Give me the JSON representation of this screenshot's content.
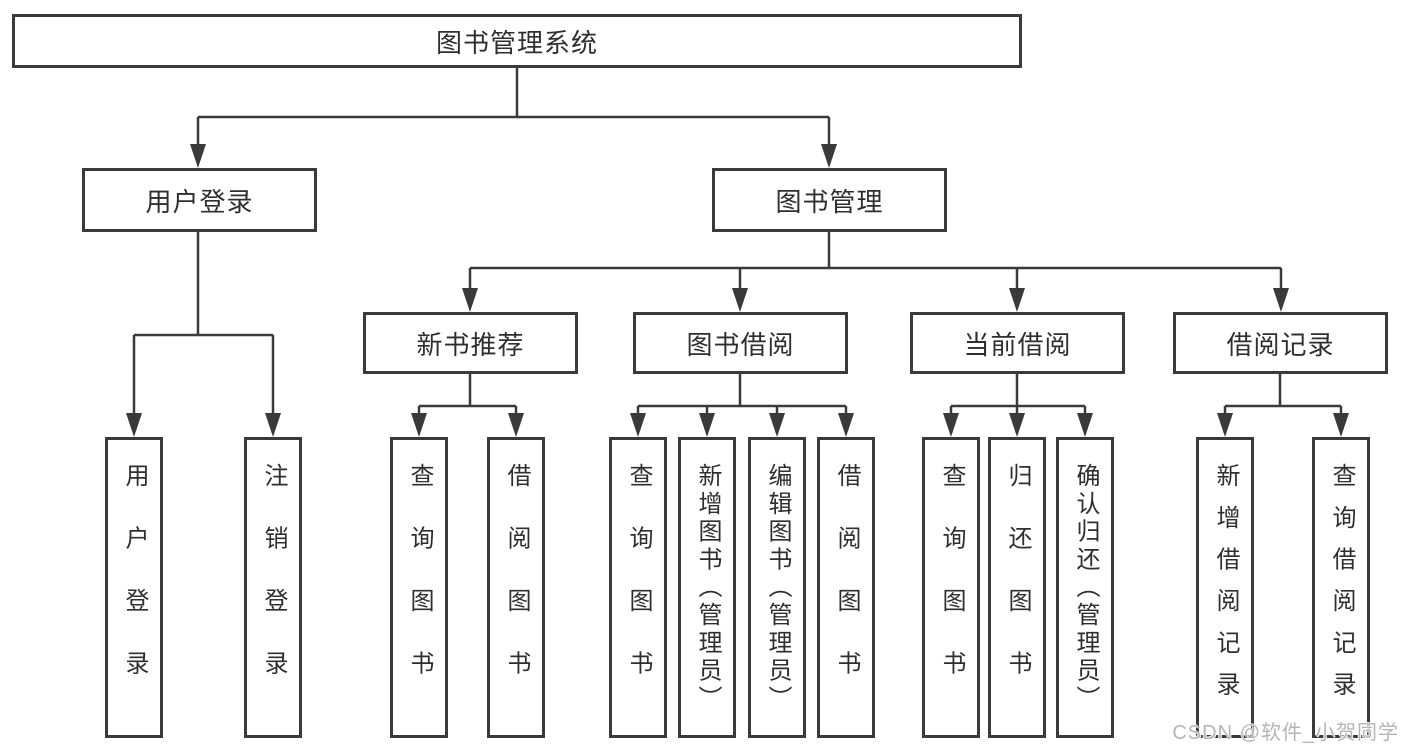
{
  "root": {
    "label": "图书管理系统"
  },
  "level2": [
    {
      "label": "用户登录"
    },
    {
      "label": "图书管理"
    }
  ],
  "level3": [
    {
      "label": "新书推荐"
    },
    {
      "label": "图书借阅"
    },
    {
      "label": "当前借阅"
    },
    {
      "label": "借阅记录"
    }
  ],
  "leaves": {
    "user_login": [
      {
        "label": "用户登录"
      },
      {
        "label": "注销登录"
      }
    ],
    "new_book": [
      {
        "label": "查询图书"
      },
      {
        "label": "借阅图书"
      }
    ],
    "borrow": [
      {
        "label": "查询图书"
      },
      {
        "label": "新增图书（管理员）"
      },
      {
        "label": "编辑图书（管理员）"
      },
      {
        "label": "借阅图书"
      }
    ],
    "current": [
      {
        "label": "查询图书"
      },
      {
        "label": "归还图书"
      },
      {
        "label": "确认归还（管理员）"
      }
    ],
    "records": [
      {
        "label": "新增借阅记录"
      },
      {
        "label": "查询借阅记录"
      }
    ]
  },
  "watermark": "CSDN @软件_小贺同学",
  "colors": {
    "line": "#3a3a3a",
    "text": "#2f2f2f",
    "watermark": "#b5b5b5",
    "background": "#ffffff"
  }
}
